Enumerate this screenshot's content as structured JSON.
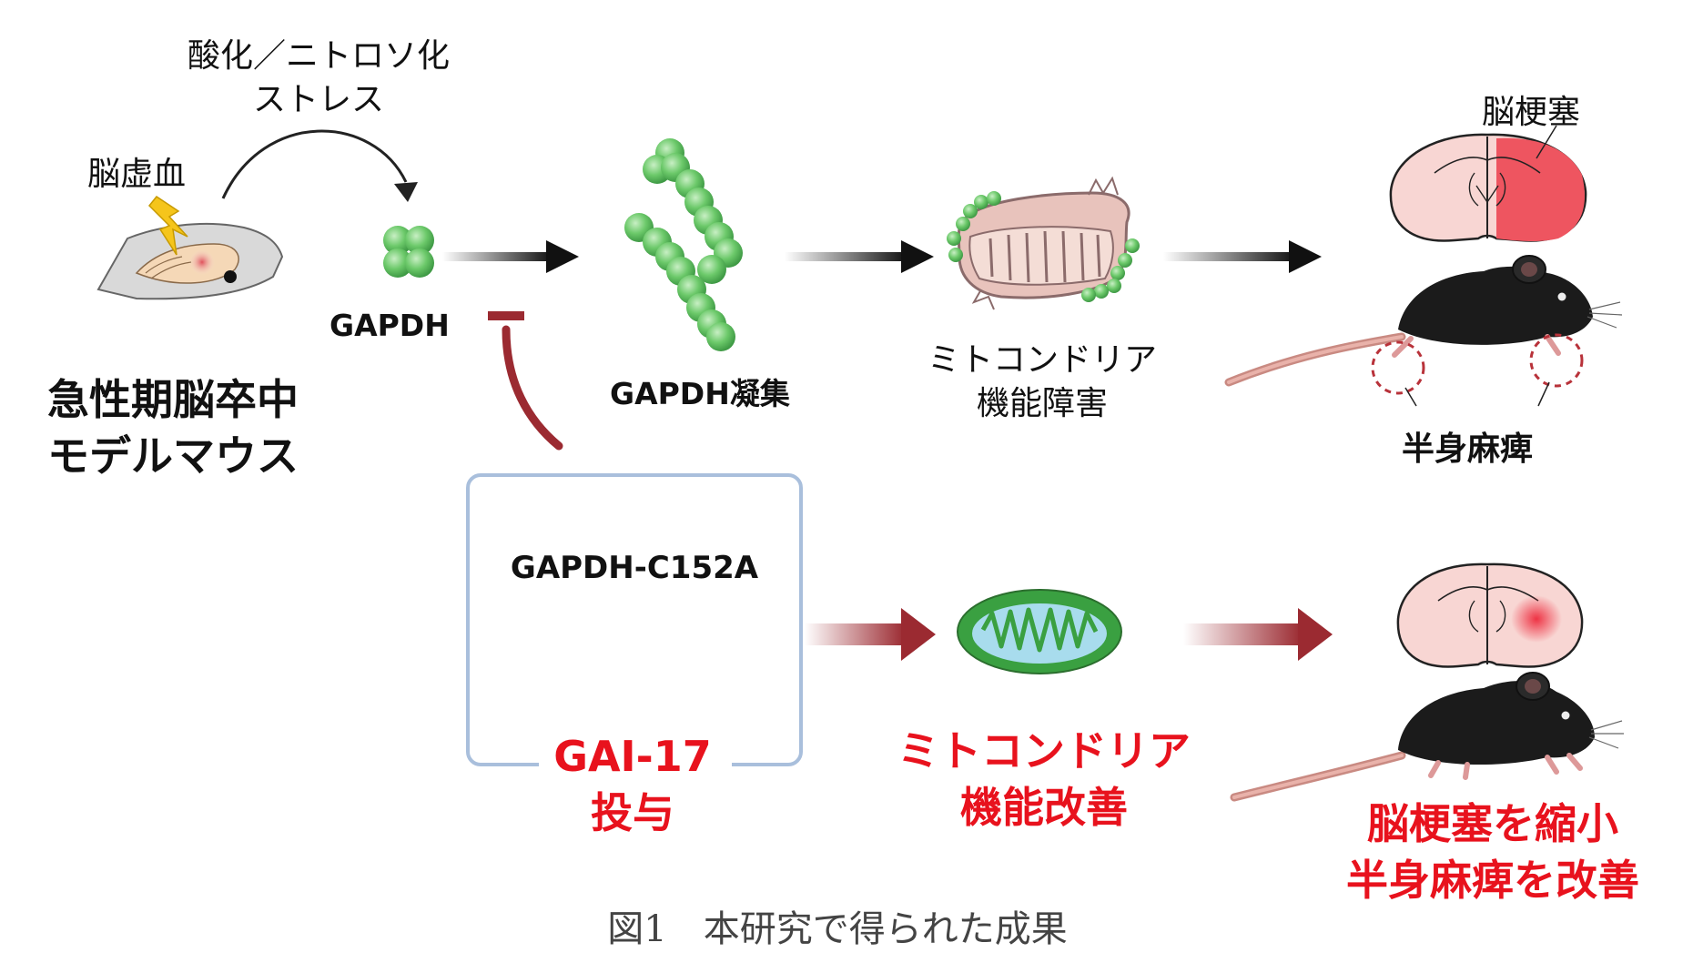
{
  "labels": {
    "stress_line1": "酸化／ニトロソ化",
    "stress_line2": "ストレス",
    "ischemia": "脳虚血",
    "gapdh": "GAPDH",
    "model_line1": "急性期脳卒中",
    "model_line2": "モデルマウス",
    "aggregation": "GAPDH凝集",
    "mito_dys_line1": "ミトコンドリア",
    "mito_dys_line2": "機能障害",
    "infarct": "脳梗塞",
    "hemiplegia": "半身麻痺",
    "mutant": "GAPDH-C152A",
    "drug_line1": "GAI-17",
    "drug_line2": "投与",
    "mito_imp_line1": "ミトコンドリア",
    "mito_imp_line2": "機能改善",
    "result_line1": "脳梗塞を縮小",
    "result_line2": "半身麻痺を改善",
    "caption": "図1　本研究で得られた成果"
  },
  "colors": {
    "black_arrow": "#111111",
    "inhibit_arrow": "#9b2a31",
    "treatment_arrow": "#9b2a31",
    "highlight_text": "#e8121d",
    "gapdh_green": "#5fbf5f",
    "infarct_red": "#ee5560",
    "brain_pink": "#f8d6d3",
    "drug_box_border": "#a9bfdc"
  },
  "icons": [
    "lightning-icon",
    "dna-icon",
    "capsule-icon",
    "mitochondria-icon",
    "brain-section-icon",
    "mouse-icon"
  ]
}
